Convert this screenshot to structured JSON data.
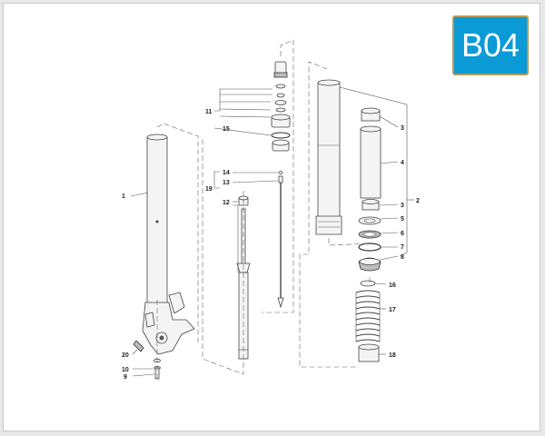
{
  "diagram_code": "B04",
  "callouts": [
    "1",
    "2",
    "3",
    "4",
    "3",
    "5",
    "6",
    "7",
    "8",
    "9",
    "10",
    "11",
    "12",
    "13",
    "14",
    "15",
    "16",
    "17",
    "18",
    "19",
    "20"
  ],
  "colors": {
    "badge": "#0a9ad6",
    "badge_border": "#b79a55",
    "line": "#555555"
  }
}
